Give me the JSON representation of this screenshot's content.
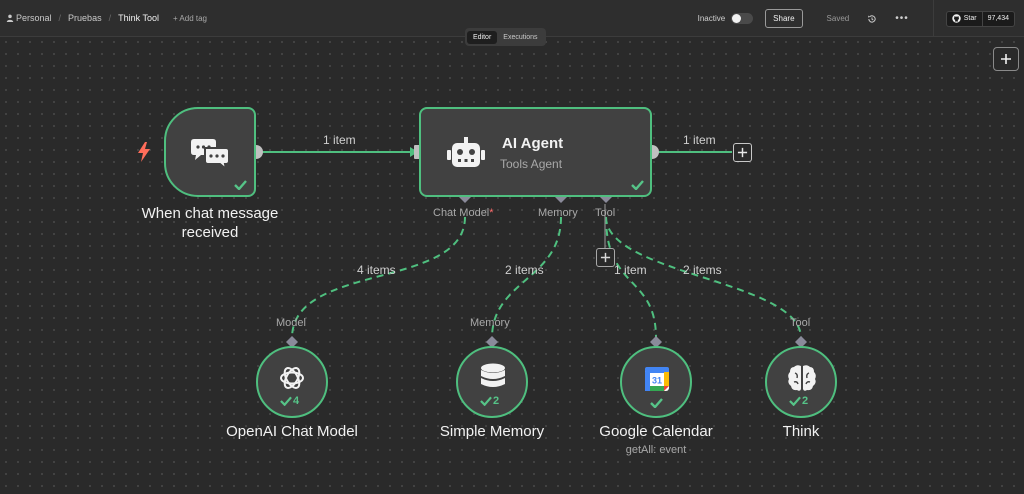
{
  "breadcrumb": {
    "personal": "Personal",
    "project": "Pruebas",
    "workflow": "Think Tool",
    "add_tag": "+ Add tag"
  },
  "header": {
    "status_label": "Inactive",
    "share_label": "Share",
    "saved_label": "Saved",
    "more_label": "•••",
    "github_star_label": "Star",
    "github_star_count": "97,434"
  },
  "tabs": [
    {
      "label": "Editor",
      "active": true
    },
    {
      "label": "Executions",
      "active": false
    }
  ],
  "edges": {
    "trigger_to_agent": "1 item",
    "agent_output": "1 item",
    "model_items": "4 items",
    "memory_items": "2 items",
    "calendar_items": "1 item",
    "think_items": "2 items"
  },
  "nodes": {
    "trigger": {
      "title_line1": "When chat message",
      "title_line2": "received",
      "icon": "chat-bubbles-icon"
    },
    "agent": {
      "title": "AI Agent",
      "subtitle": "Tools Agent",
      "icon": "robot-icon",
      "ports": {
        "chat_model": "Chat Model",
        "chat_model_required": "*",
        "memory": "Memory",
        "tool": "Tool"
      }
    },
    "openai": {
      "title": "OpenAI Chat Model",
      "port_label": "Model",
      "count": "4",
      "icon": "openai-icon"
    },
    "memory": {
      "title": "Simple Memory",
      "port_label": "Memory",
      "count": "2",
      "icon": "database-icon"
    },
    "calendar": {
      "title": "Google Calendar",
      "subtitle": "getAll: event",
      "icon": "google-calendar-icon",
      "date_number": "31"
    },
    "think": {
      "title": "Think",
      "port_label": "Tool",
      "count": "2",
      "icon": "brain-icon"
    }
  },
  "colors": {
    "success": "#4fbf7f",
    "canvas": "#2a2a2a",
    "node_bg": "#414141",
    "required": "#ff6d6d",
    "trigger_bolt": "#ff6d5a"
  }
}
